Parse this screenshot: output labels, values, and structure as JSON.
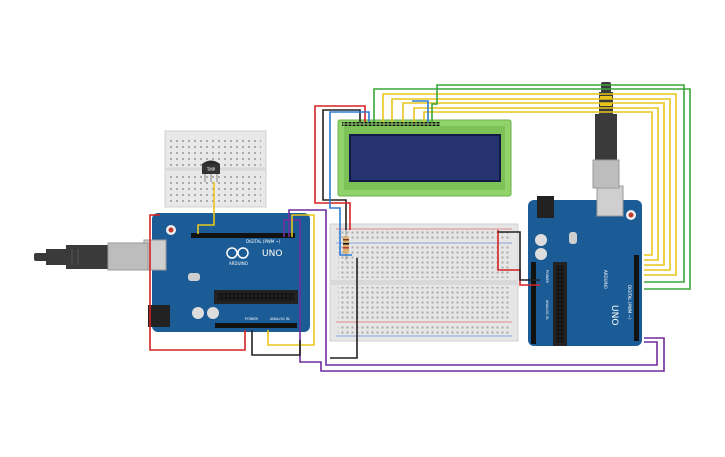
{
  "labels": {
    "uno_left": "UNO",
    "arduino_left": "ARDUINO",
    "digital_left": "DIGITAL (PWM ~)",
    "power_left": "POWER",
    "analog_left": "ANALOG IN",
    "sensor": "TMP",
    "uno_right": "UNO",
    "arduino_right": "ARDUINO",
    "digital_right": "DIGITAL (PWM ~)",
    "power_right": "POWER",
    "analog_right": "ANALOG IN"
  },
  "colors": {
    "board": "#1c5c96",
    "board_dark": "#17497a",
    "breadboard": "#e6e6e6",
    "lcd_pcb": "#8fd36a",
    "lcd_screen": "#25336e",
    "wire_red": "#d62222",
    "wire_black": "#222222",
    "wire_yellow": "#e8c61b",
    "wire_green": "#3aa53a",
    "wire_purple": "#6f2d9e",
    "wire_blue": "#2b7bd4",
    "usb_cable": "#3a3a3a",
    "usb_plug": "#bdbdbd"
  }
}
